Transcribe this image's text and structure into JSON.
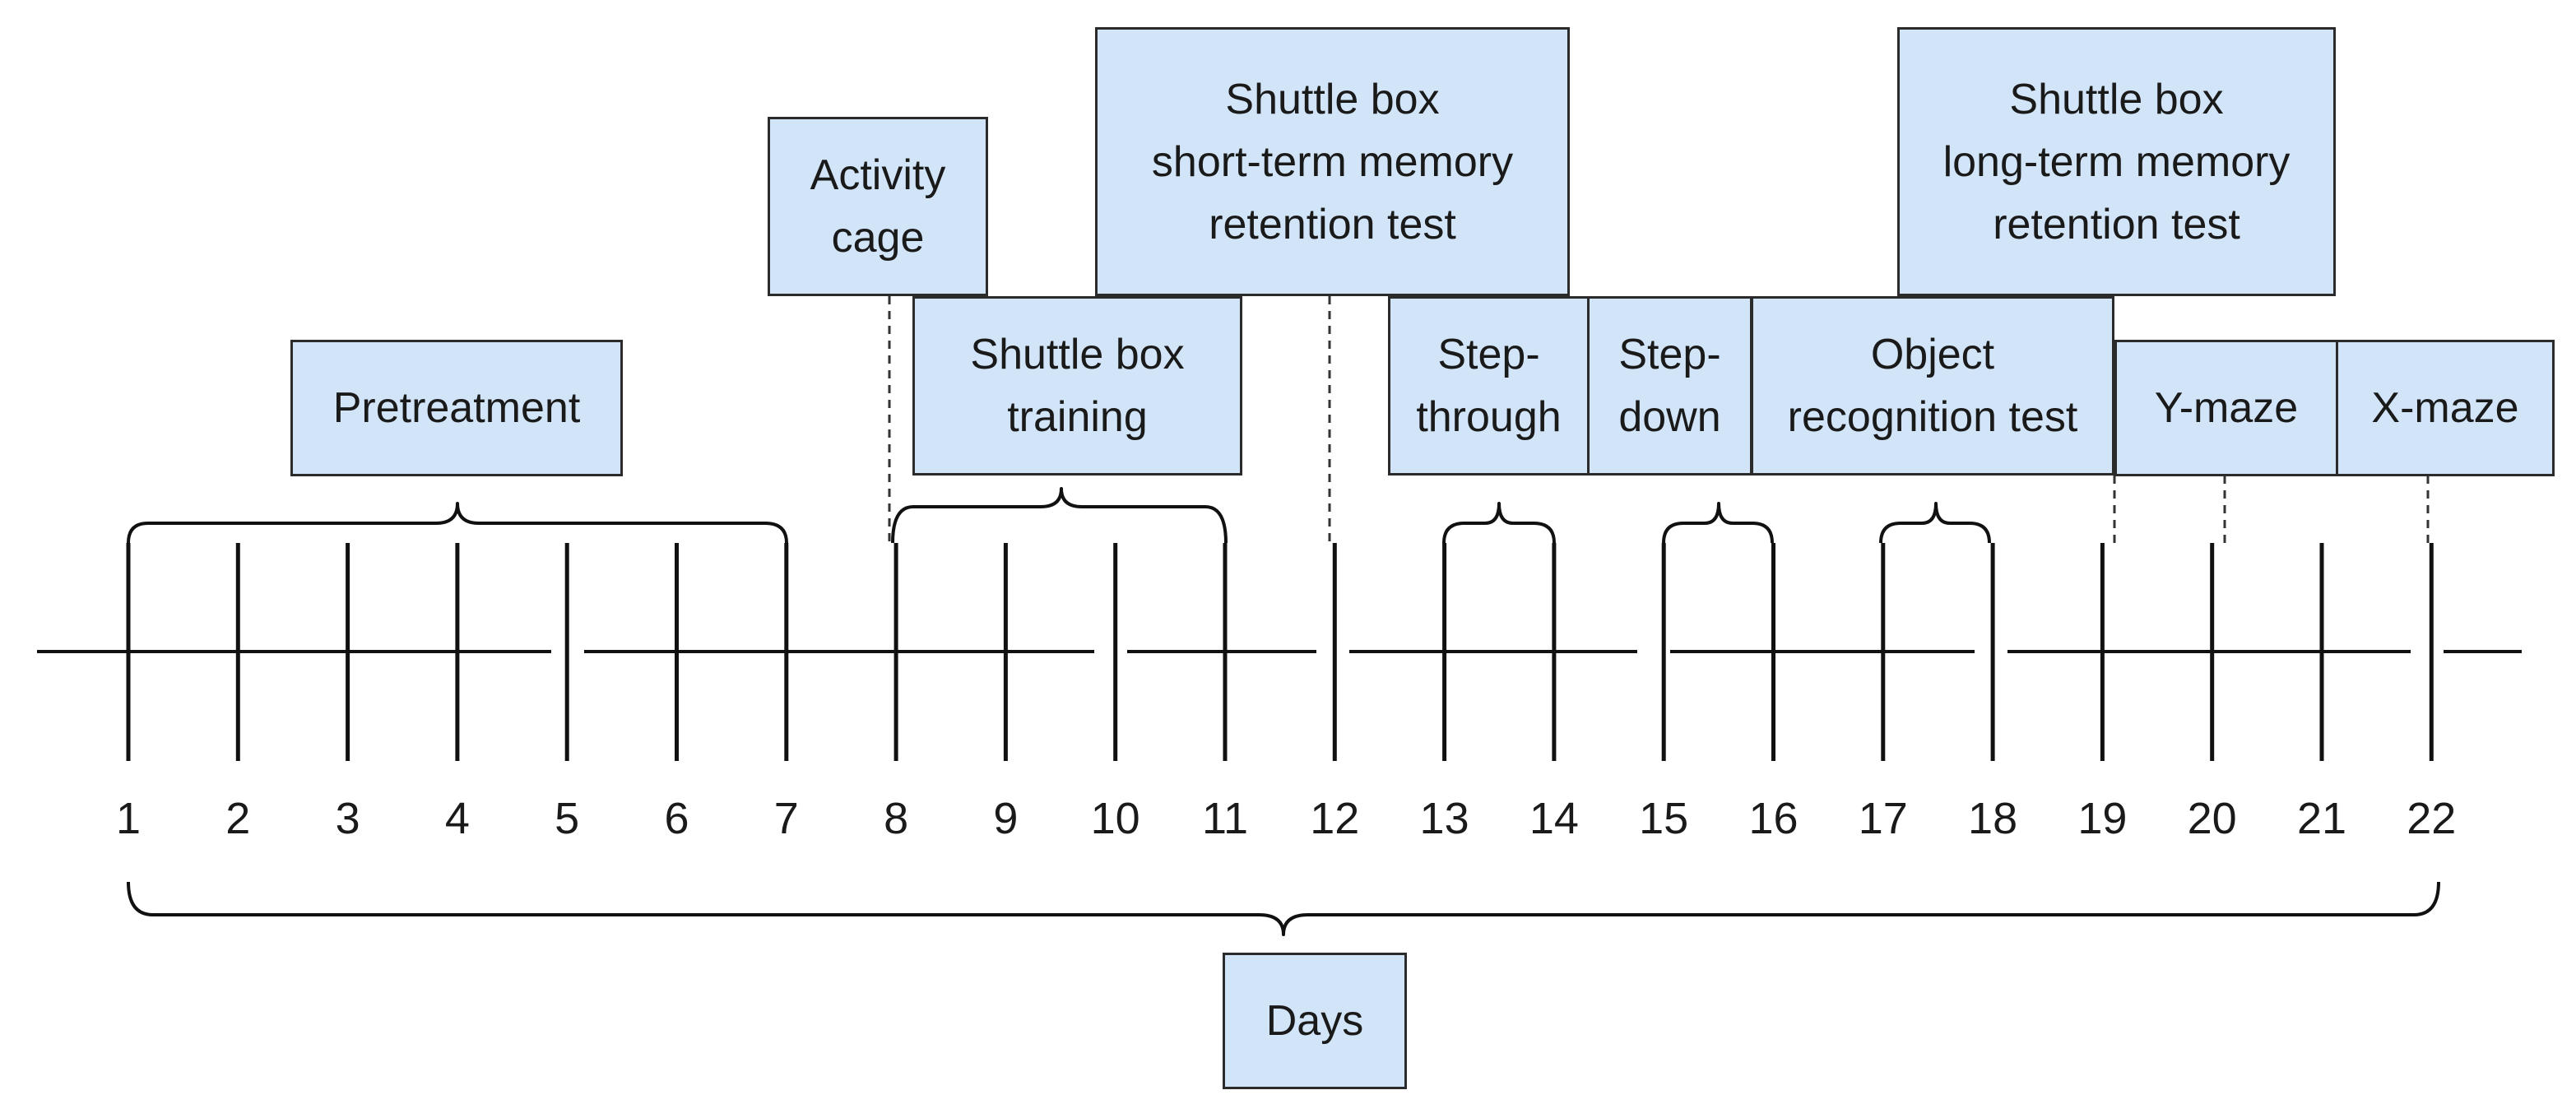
{
  "timeline": {
    "days": [
      "1",
      "2",
      "3",
      "4",
      "5",
      "6",
      "7",
      "8",
      "9",
      "10",
      "11",
      "12",
      "13",
      "14",
      "15",
      "16",
      "17",
      "18",
      "19",
      "20",
      "21",
      "22"
    ]
  },
  "boxes": {
    "pretreatment": "Pretreatment",
    "activity_cage": "Activity\ncage",
    "shuttle_training": "Shuttle box\ntraining",
    "shuttle_short": "Shuttle box\nshort-term memory\nretention test",
    "step_through": "Step-\nthrough",
    "step_down": "Step-\ndown",
    "object_recognition": "Object\nrecognition test",
    "shuttle_long": "Shuttle box\nlong-term memory\nretention test",
    "y_maze": "Y-maze",
    "x_maze": "X-maze",
    "days": "Days"
  },
  "colors": {
    "box_fill": "#d2e5f8",
    "line": "#111111"
  }
}
